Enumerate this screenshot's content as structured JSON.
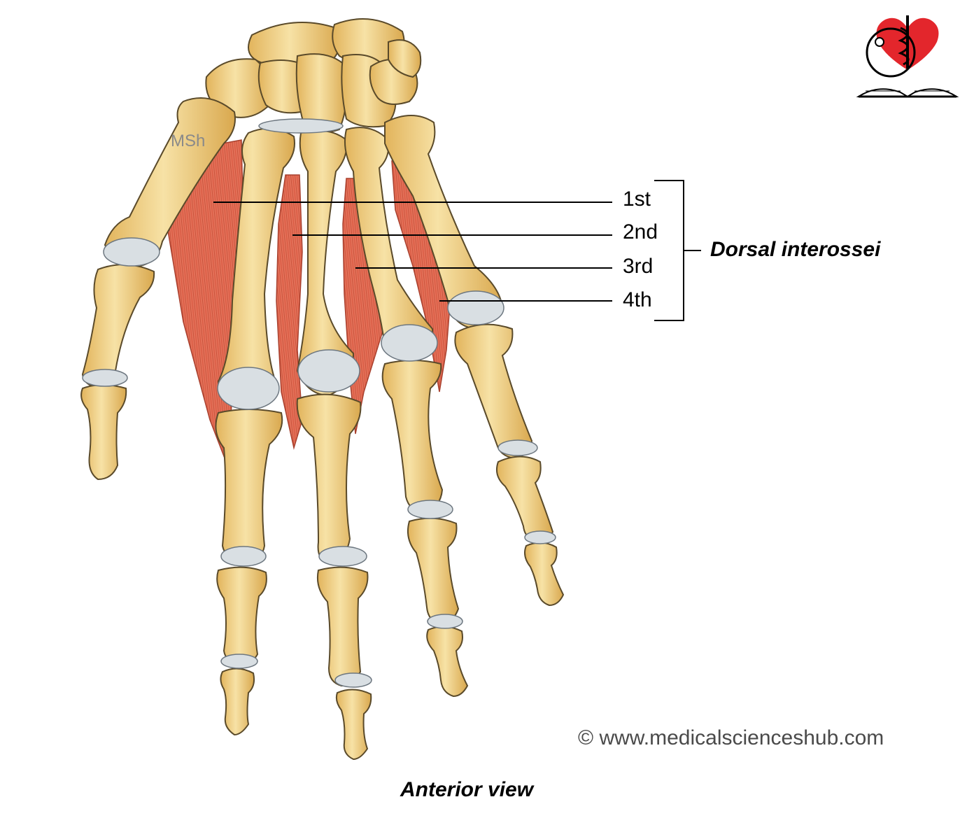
{
  "figure": {
    "labels": {
      "first": "1st",
      "second": "2nd",
      "third": "3rd",
      "fourth": "4th"
    },
    "group_label": "Dorsal interossei",
    "caption": "Anterior view",
    "copyright": "© www.medicalscienceshub.com",
    "watermark": "MSh"
  },
  "colors": {
    "bone": "#f1d187",
    "bone_outline": "#5a4a2a",
    "cartilage": "#d9dfe3",
    "muscle": "#e8765e",
    "muscle_fiber": "#c9503a",
    "logo_heart": "#e3262c",
    "leader_line": "#000000"
  },
  "icons": {
    "logo": "medical-heart-caduceus-book-icon"
  }
}
